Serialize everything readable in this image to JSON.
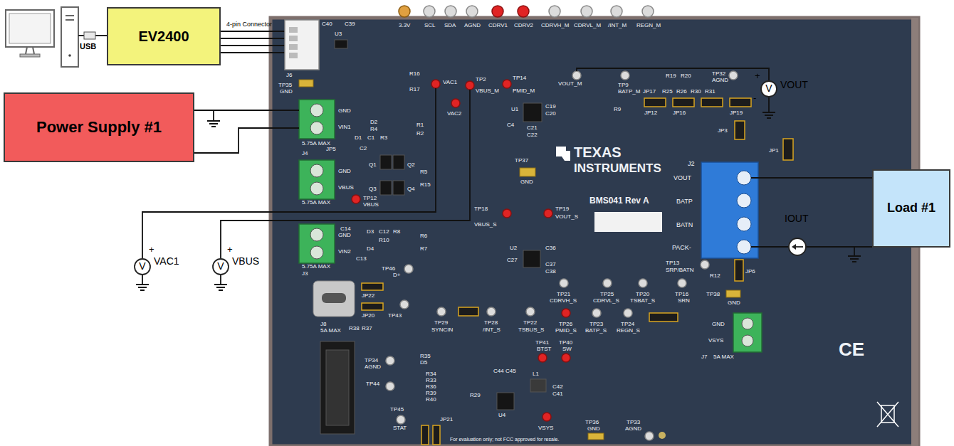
{
  "diagram": {
    "nodes": [
      {
        "text": [
          "EV2400"
        ]
      },
      {
        "text": [
          "Power Supply #1"
        ]
      },
      {
        "text": [
          "Load #1"
        ]
      },
      {
        "text": [
          "V"
        ]
      },
      {
        "text": [
          "V"
        ]
      },
      {
        "text": [
          "V"
        ]
      }
    ],
    "labels": [
      "USB",
      "4-pin Connector",
      "+",
      "-",
      "VOUT",
      "+",
      "VAC1",
      "+",
      "VBUS",
      "IOUT",
      "3.3V",
      "SCL",
      "SDA",
      "AGND",
      "CDRV1",
      "CDRV2",
      "CDRVH_M",
      "CDRVL_M",
      "/INT_M",
      "REGN_M",
      "C40",
      "C39",
      "U3",
      "J6",
      "TP35",
      "GND",
      "JP5",
      "R16",
      "R17",
      "VAC1",
      "VAC2",
      "TP2",
      "VBUS_M",
      "TP14",
      "PMID_M",
      "VOUT_M",
      "TP9",
      "BATP_M",
      "R9",
      "U1",
      "C4",
      "C19",
      "C20",
      "C21",
      "C22",
      "R19",
      "R20",
      "TP32",
      "AGND",
      "JP17",
      "R25",
      "R26",
      "R30",
      "R31",
      "JP12",
      "JP16",
      "JP19",
      "JP3",
      "JP1",
      "GND",
      "VIN1",
      "5.75A MAX",
      "J4",
      "GND",
      "VBUS",
      "5.75A MAX",
      "TP12",
      "VBUS",
      "GND",
      "VIN2",
      "5.75A MAX",
      "J3",
      "C2",
      "D2",
      "R4",
      "D1",
      "C1",
      "R3",
      "R1",
      "R2",
      "Q1",
      "Q2",
      "Q3",
      "Q4",
      "R5",
      "R15",
      "C14",
      "D3",
      "C12",
      "R8",
      "R10",
      "D4",
      "R6",
      "R7",
      "C13",
      "TP37",
      "GND",
      "TEXAS",
      "INSTRUMENTS",
      "BMS041 Rev A",
      "TP18",
      "VBUS_S",
      "TP19",
      "VOUT_S",
      "U2",
      "C27",
      "C36",
      "C37",
      "C38",
      "VOUT",
      "BATP",
      "BATN",
      "PACK-",
      "J2",
      "TP13",
      "SRP/BATN",
      "R12",
      "JP6",
      "TP21",
      "CDRVH_S",
      "TP25",
      "CDRVL_S",
      "TP20",
      "TSBAT_S",
      "TP16",
      "SRN",
      "TP38",
      "GND",
      "TP29",
      "SYNCIN",
      "TP28",
      "/INT_S",
      "TP22",
      "TSBUS_S",
      "TP26",
      "PMID_S",
      "TP23",
      "BATP_S",
      "TP24",
      "REGN_S",
      "TP41",
      "BTST",
      "TP40",
      "SW",
      "C44",
      "C45",
      "L1",
      "C42",
      "C41",
      "R29",
      "U4",
      "VSYS",
      "TP36",
      "GND",
      "TP33",
      "AGND",
      "GND",
      "VSYS",
      "J7",
      "5A MAX",
      "CE",
      "For evaluation only; not FCC approved for resale.",
      "J8",
      "5A MAX",
      "R38",
      "R37",
      "TP46",
      "D+",
      "JP22",
      "JP20",
      "TP43",
      "R35",
      "D5",
      "R34",
      "R33",
      "R36",
      "R39",
      "R40",
      "TP34",
      "AGND",
      "TP44",
      "TP45",
      "STAT",
      "JP21"
    ]
  }
}
